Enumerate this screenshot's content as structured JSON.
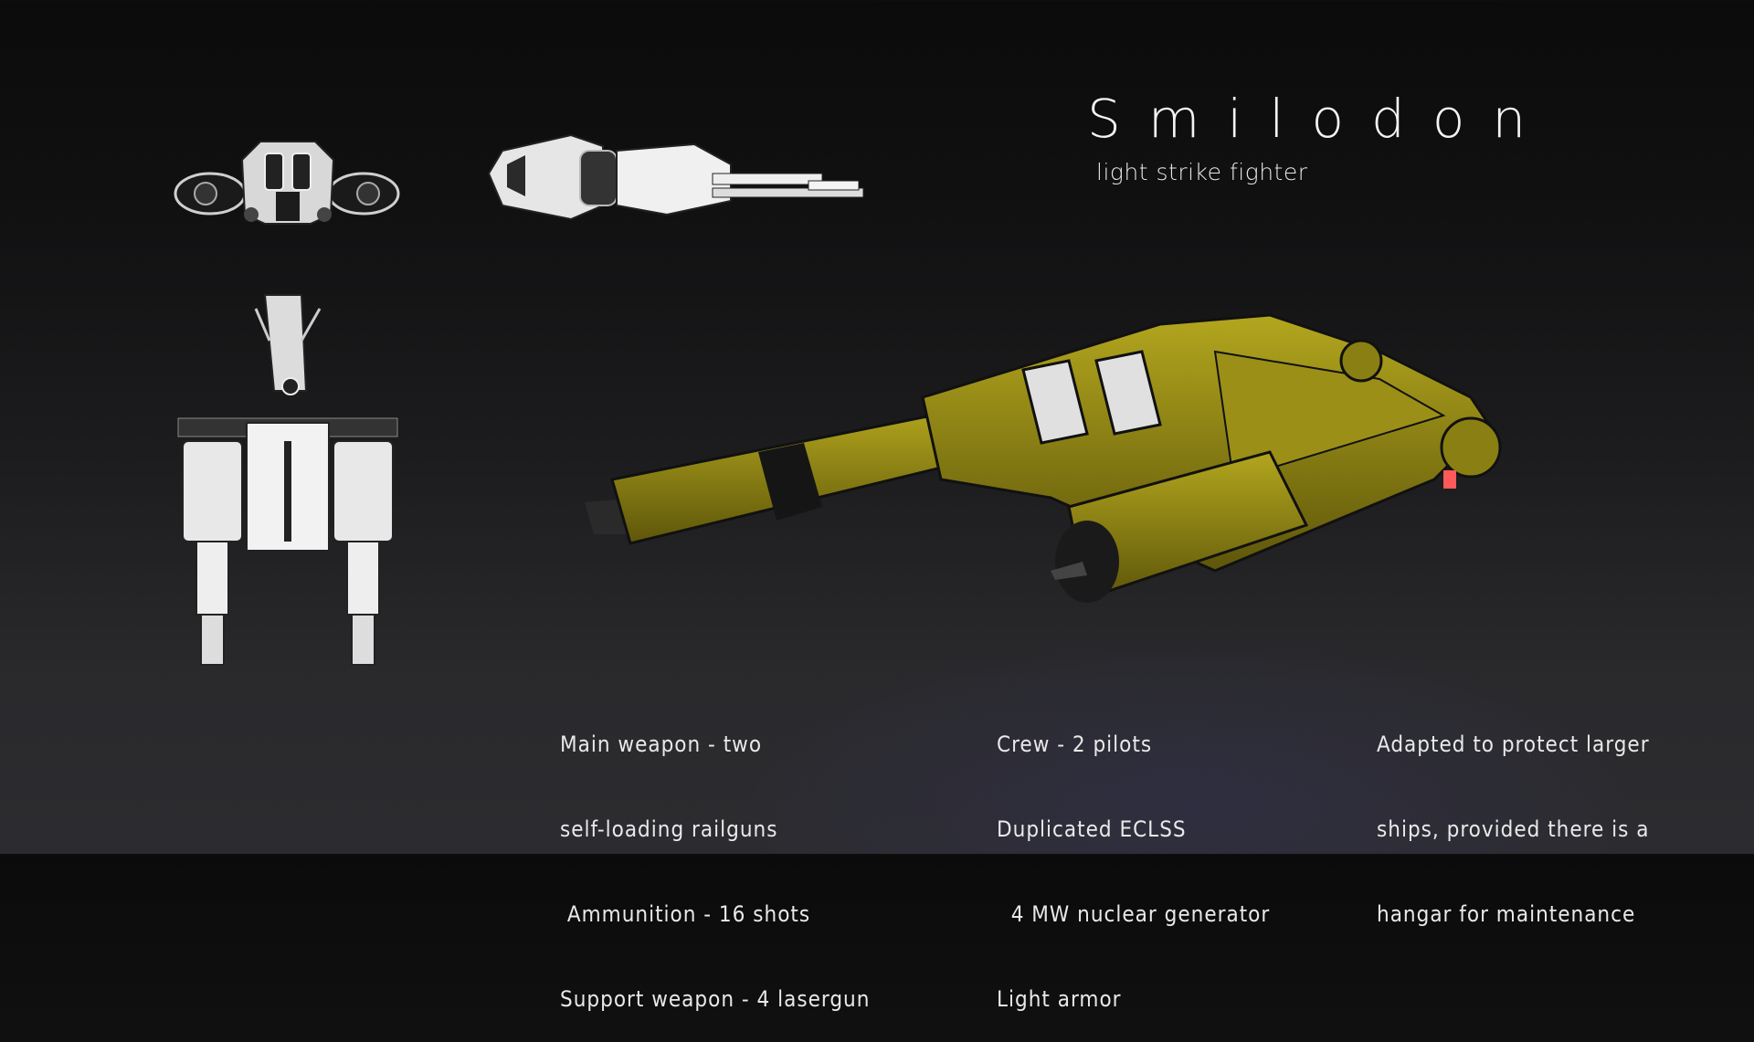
{
  "header": {
    "title": "Smilodon",
    "subtitle": "light strike fighter"
  },
  "specs": {
    "weapons": [
      "Main weapon - two",
      "self-loading railguns",
      " Ammunition - 16 shots",
      "Support weapon - 4 lasergun"
    ],
    "systems": [
      "Crew - 2 pilots",
      "Duplicated ECLSS",
      "  4 MW nuclear generator",
      "Light armor"
    ],
    "role": [
      "Adapted to protect larger",
      "ships, provided there is a",
      "hangar for maintenance"
    ]
  },
  "colors": {
    "hull": "#8a7f12",
    "hull_highlight": "#b3a61e",
    "ortho_views": "#e8e8e8",
    "accent_light": "#ff5a5a"
  }
}
